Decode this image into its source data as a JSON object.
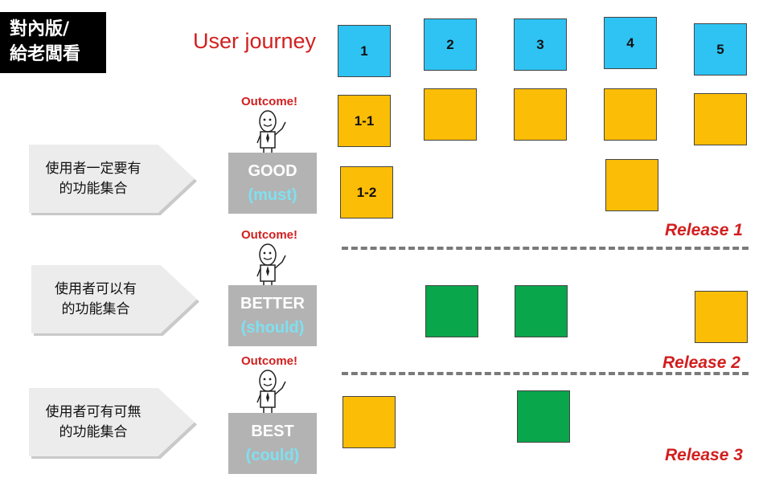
{
  "corner_label": {
    "line1": "對內版/",
    "line2": "給老闆看"
  },
  "journey_title": "User journey",
  "journey_steps": [
    "1",
    "2",
    "3",
    "4",
    "5"
  ],
  "good_row_labels": {
    "box_1_1": "1-1",
    "box_1_2": "1-2"
  },
  "outcome_label": "Outcome!",
  "tiers": [
    {
      "arrow_line1": "使用者一定要有",
      "arrow_line2": "的功能集合",
      "level": "GOOD",
      "modal": "(must)",
      "release": "Release 1"
    },
    {
      "arrow_line1": "使用者可以有",
      "arrow_line2": "的功能集合",
      "level": "BETTER",
      "modal": "(should)",
      "release": "Release 2"
    },
    {
      "arrow_line1": "使用者可有可無",
      "arrow_line2": "的功能集合",
      "level": "BEST",
      "modal": "(could)",
      "release": "Release 3"
    }
  ],
  "colors": {
    "journey_step": "#2ec3f3",
    "must_have": "#fbbd06",
    "should_have": "#0aa64b",
    "accent_red": "#d21f1f",
    "level_box": "#b3b3b3"
  },
  "icons": {
    "person": "person-waving-icon"
  }
}
